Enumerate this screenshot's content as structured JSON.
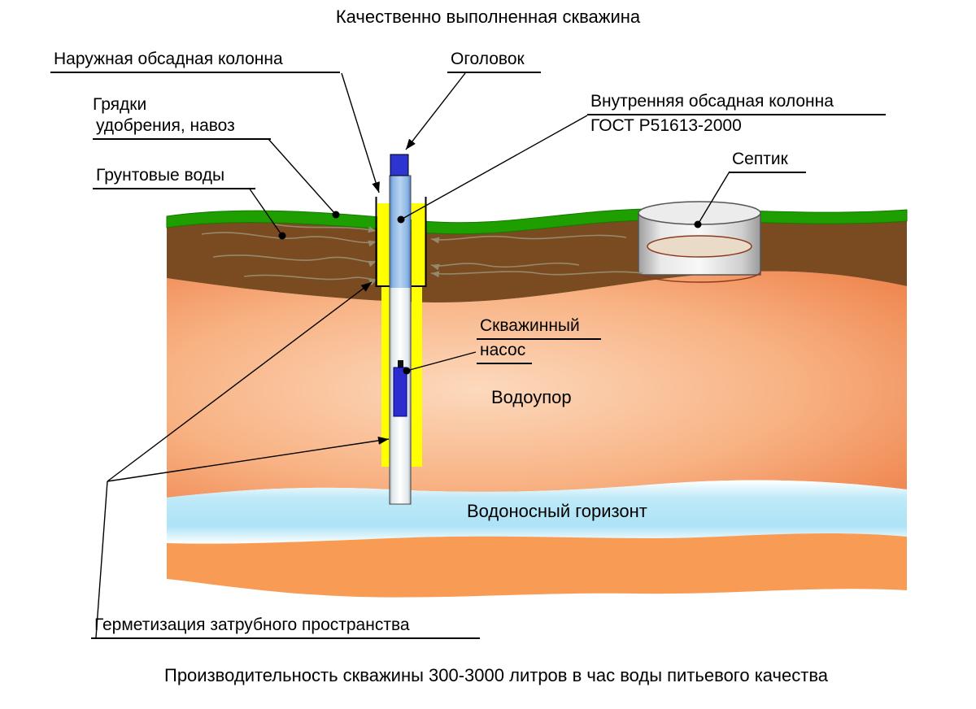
{
  "title": "Качественно выполненная скважина",
  "caption": "Производительность скважины 300-3000 литров в час воды питьевого качества",
  "labels": {
    "outer_casing": "Наружная обсадная колонна",
    "wellhead": "Оголовок",
    "fertilizer_line1": "Грядки",
    "fertilizer_line2": "удобрения, навоз",
    "groundwater": "Грунтовые воды",
    "inner_casing_line1": "Внутренняя обсадная колонна",
    "inner_casing_line2": "ГОСТ Р51613-2000",
    "septic": "Септик",
    "pump_line1": "Скважинный",
    "pump_line2": "насос",
    "aquitard": "Водоупор",
    "aquifer": "Водоносный горизонт",
    "annular_seal": "Герметизация затрубного пространства"
  },
  "colors": {
    "grass": "#1f9e00",
    "soil": "#7a4a21",
    "aquitard_light": "#fcd7b8",
    "aquitard_dark": "#ee8048",
    "aquifer_blue": "#aee4f6",
    "lower_orange": "#f89c55",
    "seal_yellow": "#ffff00",
    "cap_blue": "#2e34cf",
    "pump_blue": "#2d2dcf",
    "septic_gray": "#d9d9d9",
    "leader": "#000000",
    "flowline": "#9a8f74"
  }
}
